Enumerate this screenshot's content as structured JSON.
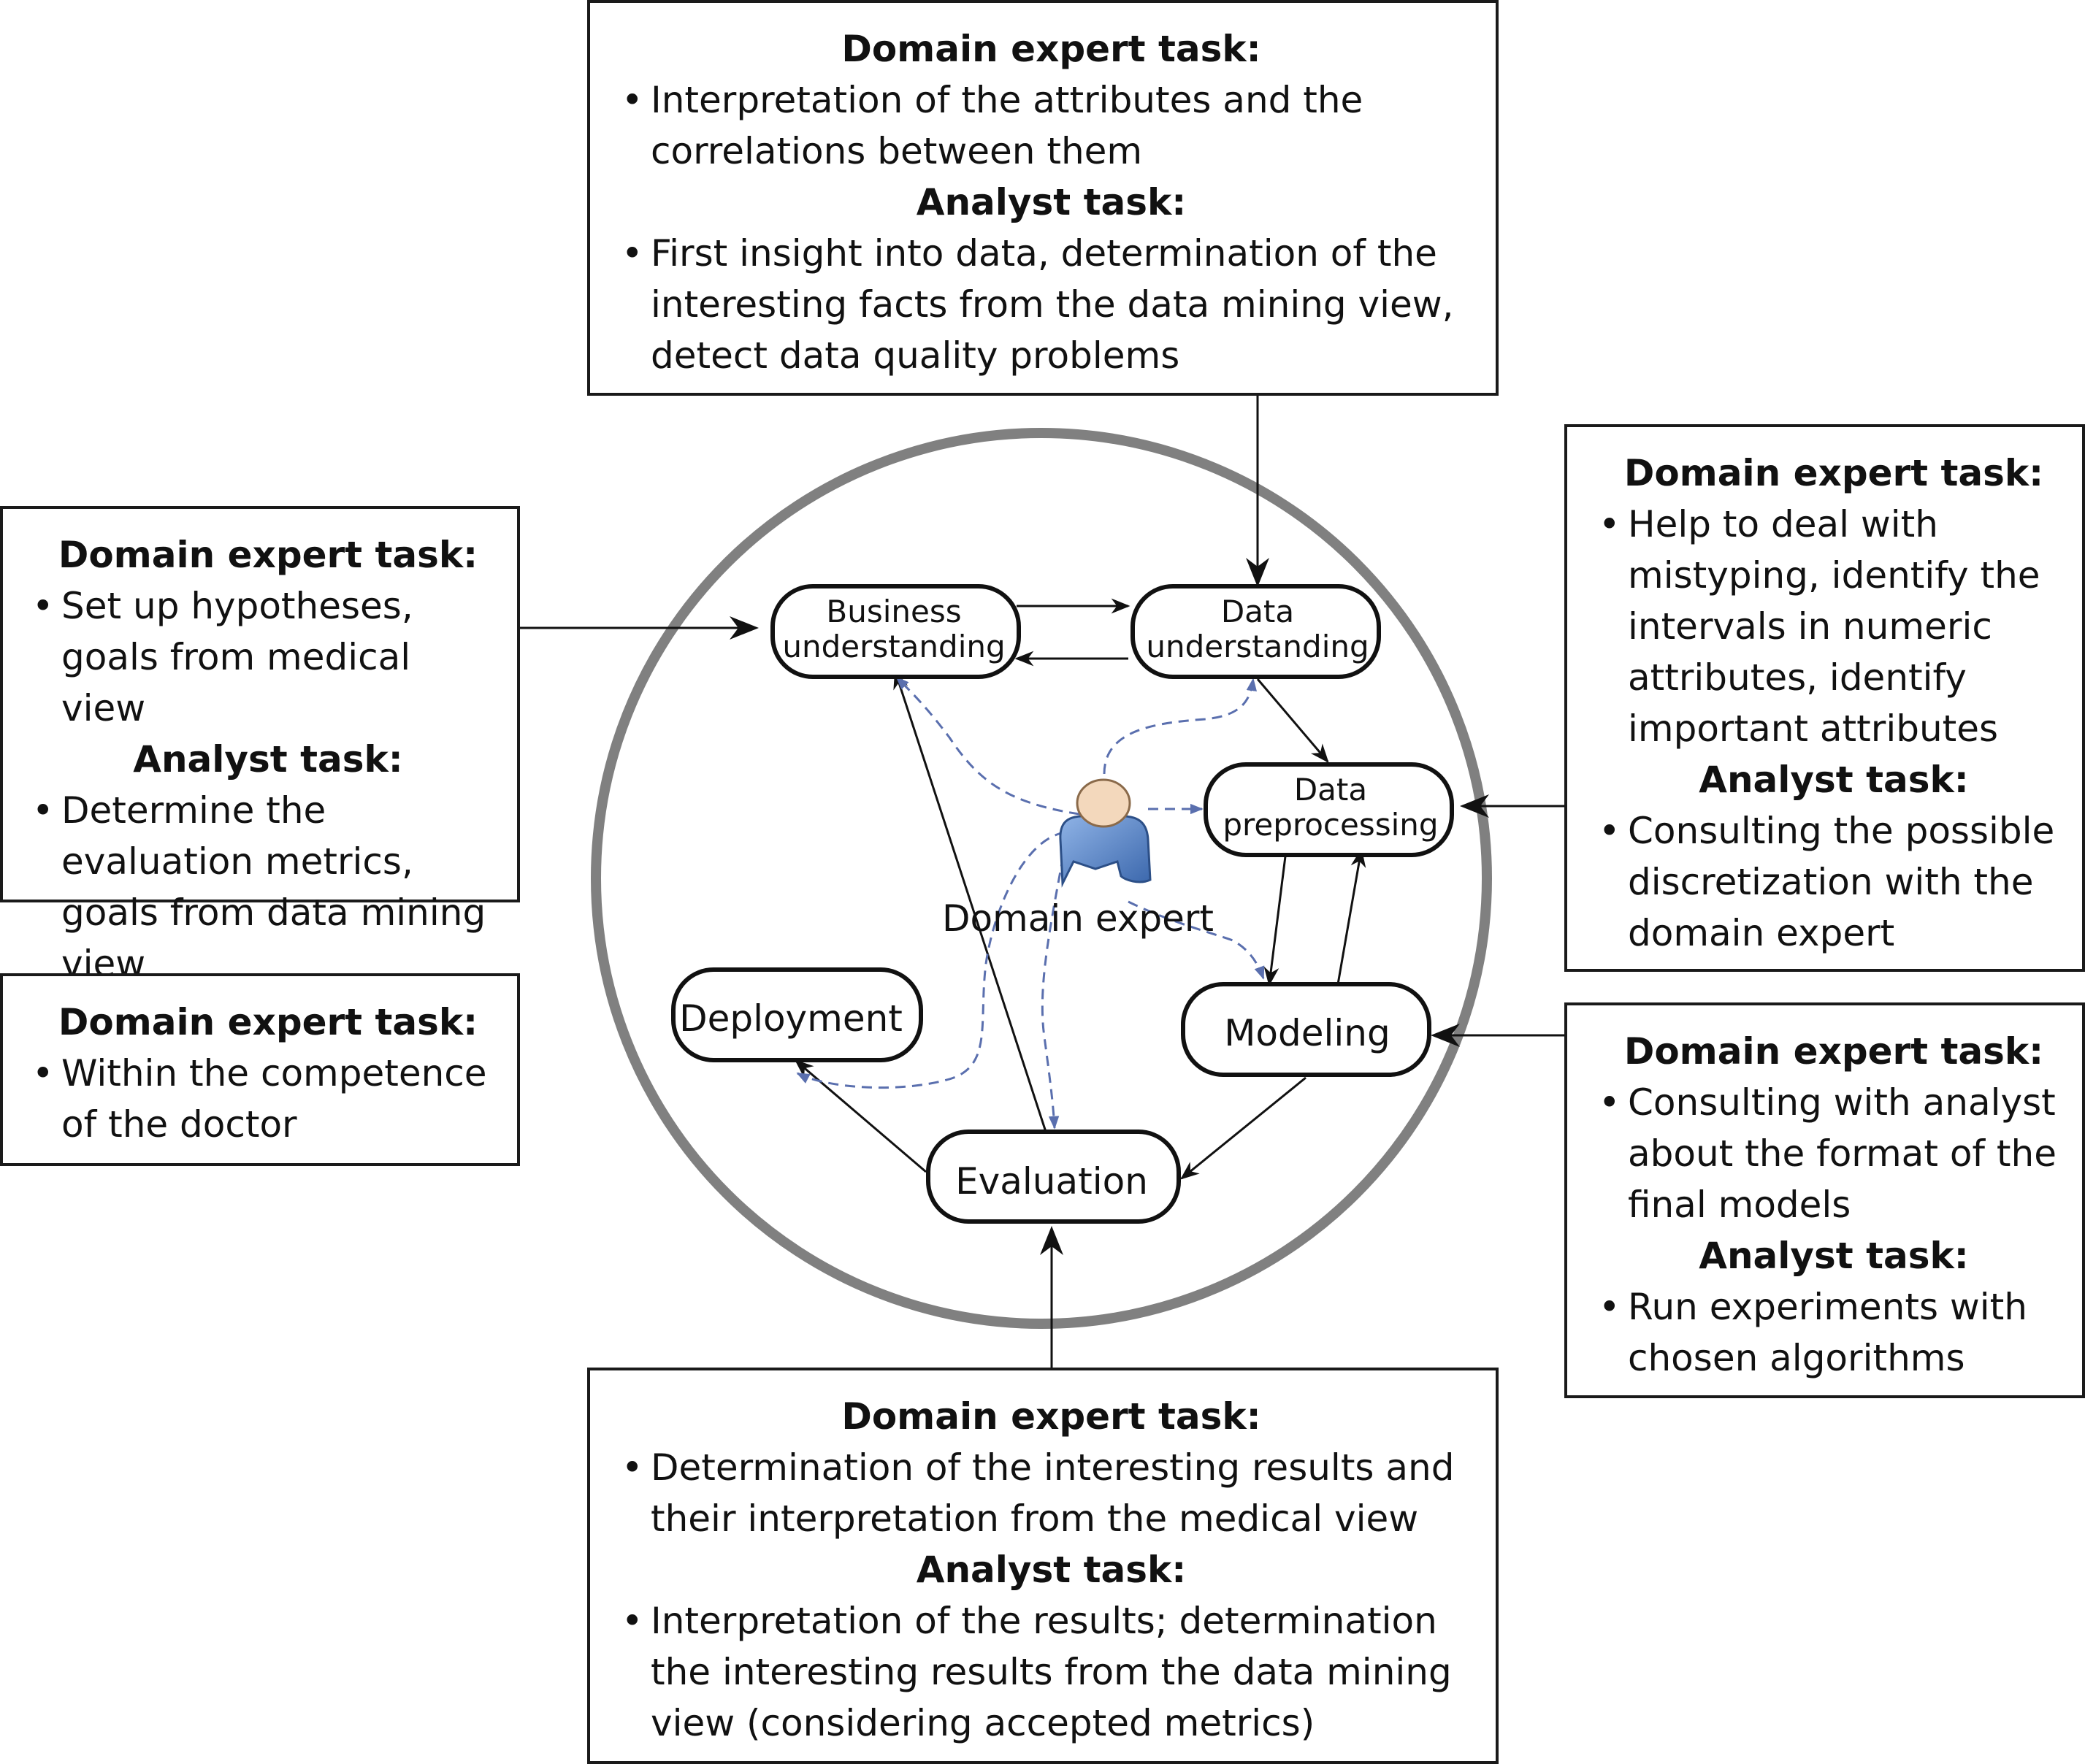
{
  "headings": {
    "domain": "Domain expert task:",
    "analyst": "Analyst task:"
  },
  "boxes": {
    "top": {
      "domain_items": [
        "Interpretation of the attributes and the correlations between them"
      ],
      "analyst_items": [
        "First insight into data, determination of the interesting facts from the data mining view, detect data quality problems"
      ]
    },
    "left_upper": {
      "domain_items": [
        "Set up hypotheses, goals from medical view"
      ],
      "analyst_items": [
        "Determine the evaluation metrics, goals from data mining view"
      ]
    },
    "left_lower": {
      "domain_items": [
        "Within the competence of the doctor"
      ]
    },
    "right_upper": {
      "domain_items": [
        "Help to deal with mistyping, identify the intervals in numeric attributes, identify important attributes"
      ],
      "analyst_items": [
        "Consulting the possible discretization with the domain expert"
      ]
    },
    "right_lower": {
      "domain_items": [
        "Consulting with analyst about the format of the final models"
      ],
      "analyst_items": [
        "Run experiments with chosen algorithms"
      ]
    },
    "bottom": {
      "domain_items": [
        "Determination of the interesting results and their interpretation from the medical view"
      ],
      "analyst_items": [
        "Interpretation of the results; determination the interesting results from the data mining view (considering accepted metrics)"
      ]
    }
  },
  "nodes": {
    "business": [
      "Business",
      "understanding"
    ],
    "data_understanding": [
      "Data",
      "understanding"
    ],
    "preprocessing": [
      "Data",
      "preprocessing"
    ],
    "modeling": "Modeling",
    "evaluation": "Evaluation",
    "deployment": "Deployment"
  },
  "expert_label": "Domain expert",
  "colors": {
    "cycle_ring": "#808080",
    "dashed_link": "#5a6fae",
    "expert_body": "#5b86c6",
    "expert_head": "#f3d8bc"
  }
}
